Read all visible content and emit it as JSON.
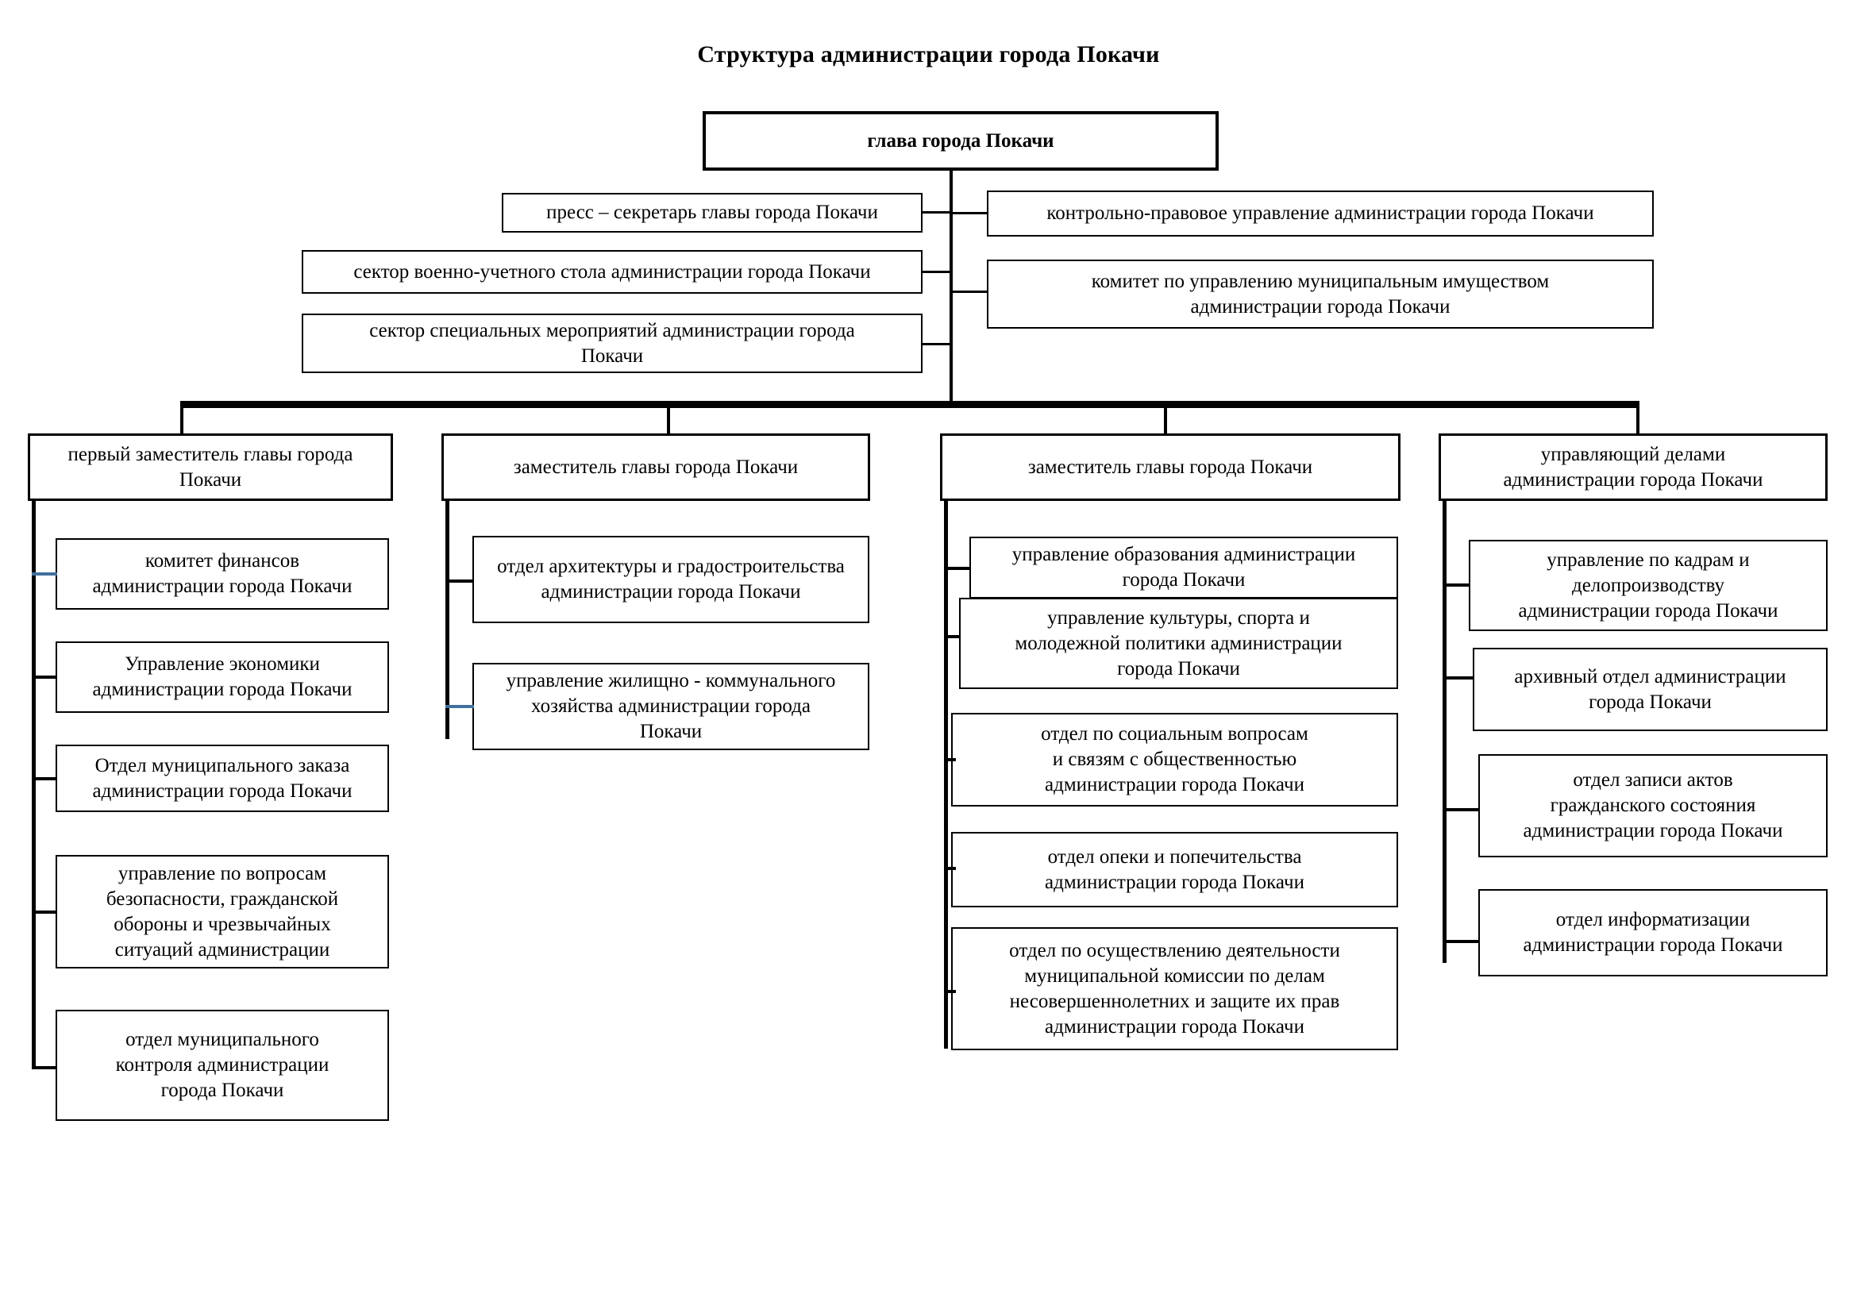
{
  "title": "Структура администрации города Покачи",
  "colors": {
    "box_border": "#000000",
    "box_fill": "#ffffff",
    "connector": "#000000",
    "connector_accent": "#41719c",
    "text": "#000000"
  },
  "head": {
    "label": "глава города Покачи"
  },
  "staff_left": [
    {
      "label": "пресс – секретарь главы города Покачи"
    },
    {
      "label": "сектор военно-учетного стола администрации города Покачи"
    },
    {
      "label": "сектор специальных мероприятий администрации города\nПокачи"
    }
  ],
  "staff_right": [
    {
      "label": "контрольно-правовое управление администрации города Покачи"
    },
    {
      "label": "комитет по управлению муниципальным имуществом\nадминистрации города Покачи"
    }
  ],
  "branches": [
    {
      "id": "first-deputy",
      "label": "первый заместитель главы города\nПокачи",
      "children": [
        {
          "label": "комитет финансов\nадминистрации города Покачи"
        },
        {
          "label": "Управление экономики\nадминистрации города Покачи"
        },
        {
          "label": "Отдел муниципального заказа\nадминистрации города Покачи"
        },
        {
          "label": "управление по вопросам\nбезопасности, гражданской\nобороны и чрезвычайных\nситуаций администрации"
        },
        {
          "label": "отдел муниципального\nконтроля администрации\nгорода Покачи"
        }
      ]
    },
    {
      "id": "deputy-2",
      "label": "заместитель главы города Покачи",
      "children": [
        {
          "label": "отдел архитектуры и градостроительства\nадминистрации города Покачи"
        },
        {
          "label": "управление жилищно - коммунального\nхозяйства администрации города\nПокачи"
        }
      ]
    },
    {
      "id": "deputy-3",
      "label": "заместитель главы города Покачи",
      "children": [
        {
          "label": "управление образования администрации\nгорода Покачи"
        },
        {
          "label": "управление  культуры, спорта и\nмолодежной политики администрации\nгорода Покачи"
        },
        {
          "label": "отдел по социальным вопросам\nи связям с общественностью\nадминистрации города Покачи"
        },
        {
          "label": "отдел опеки и попечительства\nадминистрации города Покачи"
        },
        {
          "label": "отдел по осуществлению деятельности\nмуниципальной комиссии по делам\nнесовершеннолетних и защите их прав\nадминистрации города Покачи"
        }
      ]
    },
    {
      "id": "affairs-manager",
      "label": "управляющий делами\nадминистрации города Покачи",
      "children": [
        {
          "label": "управление по кадрам и\nделопроизводству\nадминистрации города Покачи"
        },
        {
          "label": "архивный отдел администрации\nгорода Покачи"
        },
        {
          "label": "отдел записи актов\nгражданского состояния\nадминистрации города Покачи"
        },
        {
          "label": "отдел  информатизации\nадминистрации города Покачи"
        }
      ]
    }
  ]
}
